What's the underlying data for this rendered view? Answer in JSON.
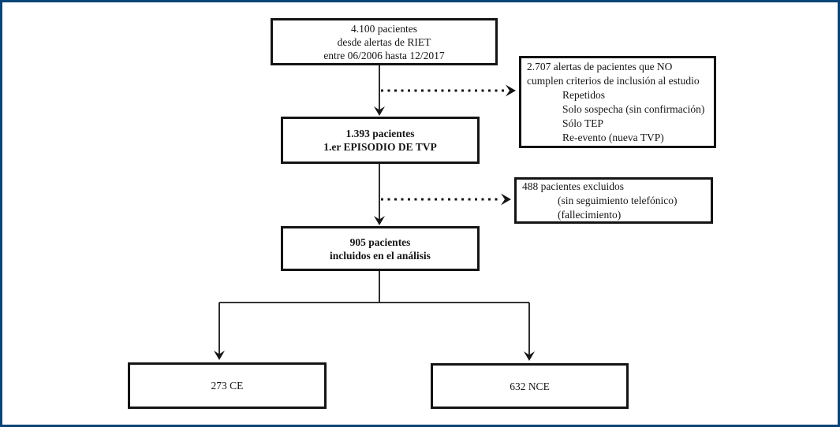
{
  "diagram": {
    "type": "patient-flowchart",
    "frame_border_color": "#0b4577",
    "box_border_color": "#141414",
    "line_color": "#161616",
    "nodes": {
      "top": {
        "lines": [
          "4.100 pacientes",
          "desde alertas de RIET",
          "entre 06/2006 hasta 12/2017"
        ]
      },
      "excluded1": {
        "lines": [
          "2.707 alertas de pacientes que NO",
          "cumplen criterios de inclusión al estudio",
          "Repetidos",
          "Solo sospecha (sin confirmación)",
          "Sólo TEP",
          "Re-evento (nueva TVP)"
        ]
      },
      "episode": {
        "lines": [
          "1.393 pacientes",
          "1.er EPISODIO DE TVP"
        ]
      },
      "excluded2": {
        "lines": [
          "488 pacientes excluidos",
          "(sin seguimiento telefónico)",
          "(fallecimiento)"
        ]
      },
      "included": {
        "lines": [
          "905 pacientes",
          "incluidos en el análisis"
        ]
      },
      "ce": {
        "label": "273 CE"
      },
      "nce": {
        "label": "632 NCE"
      }
    }
  }
}
